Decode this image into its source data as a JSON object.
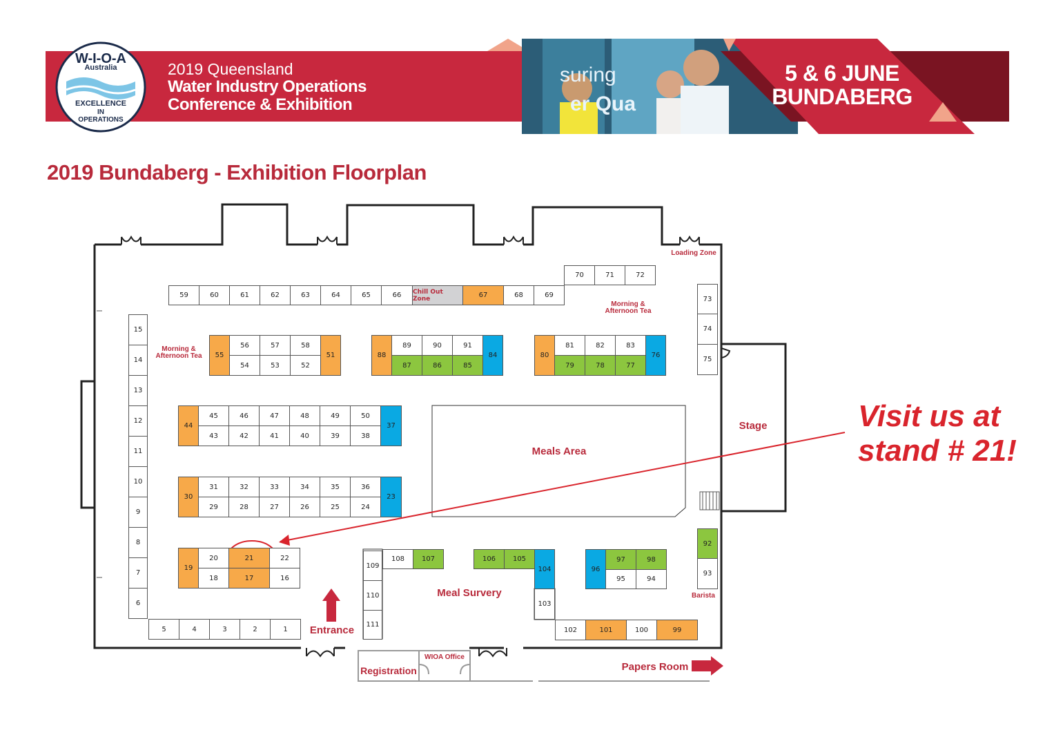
{
  "header": {
    "logo": {
      "name": "W-I-O-A",
      "country": "Australia",
      "motto_lines": [
        "EXCELLENCE",
        "IN",
        "OPERATIONS"
      ]
    },
    "conference_year": "2019 Queensland",
    "conference_line1": "Water Industry Operations",
    "conference_line2": "Conference & Exhibition",
    "photo_text_1": "suring",
    "photo_text_2": "er Qua",
    "date": "5 & 6 JUNE",
    "city": "BUNDABERG",
    "colors": {
      "brand_red": "#c8283e",
      "dark_red": "#a51f33",
      "peach": "#f1a48a"
    }
  },
  "page_title": "2019 Bundaberg - Exhibition Floorplan",
  "legend_colors": {
    "standard": "#ffffff",
    "orange": "#f7a949",
    "green": "#8cc63f",
    "blue": "#0aa9e3",
    "chill_out": "#d2d2d4"
  },
  "stands": [
    {
      "id": "59",
      "color": "white"
    },
    {
      "id": "60",
      "color": "white"
    },
    {
      "id": "61",
      "color": "white"
    },
    {
      "id": "62",
      "color": "white"
    },
    {
      "id": "63",
      "color": "white"
    },
    {
      "id": "64",
      "color": "white"
    },
    {
      "id": "65",
      "color": "white"
    },
    {
      "id": "66",
      "color": "white"
    },
    {
      "id": "Chill Out Zone",
      "color": "grey"
    },
    {
      "id": "67",
      "color": "orange"
    },
    {
      "id": "68",
      "color": "white"
    },
    {
      "id": "69",
      "color": "white"
    },
    {
      "id": "70",
      "color": "white"
    },
    {
      "id": "71",
      "color": "white"
    },
    {
      "id": "72",
      "color": "white"
    },
    {
      "id": "73",
      "color": "white"
    },
    {
      "id": "74",
      "color": "white"
    },
    {
      "id": "75",
      "color": "white"
    },
    {
      "id": "15",
      "color": "white"
    },
    {
      "id": "14",
      "color": "white"
    },
    {
      "id": "13",
      "color": "white"
    },
    {
      "id": "12",
      "color": "white"
    },
    {
      "id": "11",
      "color": "white"
    },
    {
      "id": "10",
      "color": "white"
    },
    {
      "id": "9",
      "color": "white"
    },
    {
      "id": "8",
      "color": "white"
    },
    {
      "id": "7",
      "color": "white"
    },
    {
      "id": "6",
      "color": "white"
    },
    {
      "id": "55",
      "color": "orange"
    },
    {
      "id": "56",
      "color": "white"
    },
    {
      "id": "57",
      "color": "white"
    },
    {
      "id": "58",
      "color": "white"
    },
    {
      "id": "54",
      "color": "white"
    },
    {
      "id": "53",
      "color": "white"
    },
    {
      "id": "52",
      "color": "white"
    },
    {
      "id": "51",
      "color": "orange"
    },
    {
      "id": "88",
      "color": "orange"
    },
    {
      "id": "89",
      "color": "white"
    },
    {
      "id": "90",
      "color": "white"
    },
    {
      "id": "91",
      "color": "white"
    },
    {
      "id": "87",
      "color": "green"
    },
    {
      "id": "86",
      "color": "green"
    },
    {
      "id": "85",
      "color": "green"
    },
    {
      "id": "84",
      "color": "blue"
    },
    {
      "id": "80",
      "color": "orange"
    },
    {
      "id": "81",
      "color": "white"
    },
    {
      "id": "82",
      "color": "white"
    },
    {
      "id": "83",
      "color": "white"
    },
    {
      "id": "79",
      "color": "green"
    },
    {
      "id": "78",
      "color": "green"
    },
    {
      "id": "77",
      "color": "green"
    },
    {
      "id": "76",
      "color": "blue"
    },
    {
      "id": "44",
      "color": "orange"
    },
    {
      "id": "45",
      "color": "white"
    },
    {
      "id": "46",
      "color": "white"
    },
    {
      "id": "47",
      "color": "white"
    },
    {
      "id": "48",
      "color": "white"
    },
    {
      "id": "49",
      "color": "white"
    },
    {
      "id": "50",
      "color": "white"
    },
    {
      "id": "43",
      "color": "white"
    },
    {
      "id": "42",
      "color": "white"
    },
    {
      "id": "41",
      "color": "white"
    },
    {
      "id": "40",
      "color": "white"
    },
    {
      "id": "39",
      "color": "white"
    },
    {
      "id": "38",
      "color": "white"
    },
    {
      "id": "37",
      "color": "blue"
    },
    {
      "id": "30",
      "color": "orange"
    },
    {
      "id": "31",
      "color": "white"
    },
    {
      "id": "32",
      "color": "white"
    },
    {
      "id": "33",
      "color": "white"
    },
    {
      "id": "34",
      "color": "white"
    },
    {
      "id": "35",
      "color": "white"
    },
    {
      "id": "36",
      "color": "white"
    },
    {
      "id": "29",
      "color": "white"
    },
    {
      "id": "28",
      "color": "white"
    },
    {
      "id": "27",
      "color": "white"
    },
    {
      "id": "26",
      "color": "white"
    },
    {
      "id": "25",
      "color": "white"
    },
    {
      "id": "24",
      "color": "white"
    },
    {
      "id": "23",
      "color": "blue"
    },
    {
      "id": "19",
      "color": "orange"
    },
    {
      "id": "20",
      "color": "white"
    },
    {
      "id": "21",
      "color": "orange"
    },
    {
      "id": "22",
      "color": "white"
    },
    {
      "id": "18",
      "color": "white"
    },
    {
      "id": "17",
      "color": "orange"
    },
    {
      "id": "16",
      "color": "white"
    },
    {
      "id": "5",
      "color": "white"
    },
    {
      "id": "4",
      "color": "white"
    },
    {
      "id": "3",
      "color": "white"
    },
    {
      "id": "2",
      "color": "white"
    },
    {
      "id": "1",
      "color": "white"
    },
    {
      "id": "109",
      "color": "white"
    },
    {
      "id": "110",
      "color": "white"
    },
    {
      "id": "111",
      "color": "white"
    },
    {
      "id": "108",
      "color": "white"
    },
    {
      "id": "107",
      "color": "green"
    },
    {
      "id": "106",
      "color": "green"
    },
    {
      "id": "105",
      "color": "green"
    },
    {
      "id": "104",
      "color": "blue"
    },
    {
      "id": "103",
      "color": "white"
    },
    {
      "id": "96",
      "color": "blue"
    },
    {
      "id": "97",
      "color": "green"
    },
    {
      "id": "98",
      "color": "green"
    },
    {
      "id": "95",
      "color": "white"
    },
    {
      "id": "94",
      "color": "white"
    },
    {
      "id": "92",
      "color": "green"
    },
    {
      "id": "93",
      "color": "white"
    },
    {
      "id": "102",
      "color": "white"
    },
    {
      "id": "101",
      "color": "orange"
    },
    {
      "id": "100",
      "color": "white"
    },
    {
      "id": "99",
      "color": "orange"
    }
  ],
  "labels": {
    "loading_zone": "Loading Zone",
    "morning_tea_right": [
      "Morning &",
      "Afternoon Tea"
    ],
    "morning_tea_left": [
      "Morning &",
      "Afternoon Tea"
    ],
    "meals_area": "Meals Area",
    "stage": "Stage",
    "meal_survery": "Meal Survery",
    "barista": "Barista",
    "entrance": "Entrance",
    "registration": "Registration",
    "wioa_office": "WIOA Office",
    "papers_room": "Papers Room"
  },
  "callout": {
    "line1": "Visit us at",
    "line2": "stand # 21!",
    "target_stand": "21",
    "color": "#d9242c"
  }
}
